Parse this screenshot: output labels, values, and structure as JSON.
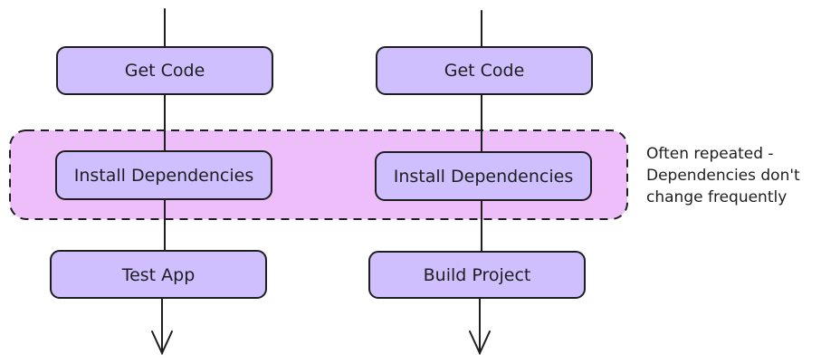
{
  "colors": {
    "box_fill": "#d0bfff",
    "box_stroke": "#1e1e1e",
    "group_fill": "#eebefa",
    "line": "#1e1e1e"
  },
  "pipelines": [
    {
      "steps": [
        "Get Code",
        "Install Dependencies",
        "Test App"
      ]
    },
    {
      "steps": [
        "Get Code",
        "Install Dependencies",
        "Build Project"
      ]
    }
  ],
  "note": {
    "lines": [
      "Often repeated -",
      "Dependencies don't",
      "change frequently"
    ]
  }
}
